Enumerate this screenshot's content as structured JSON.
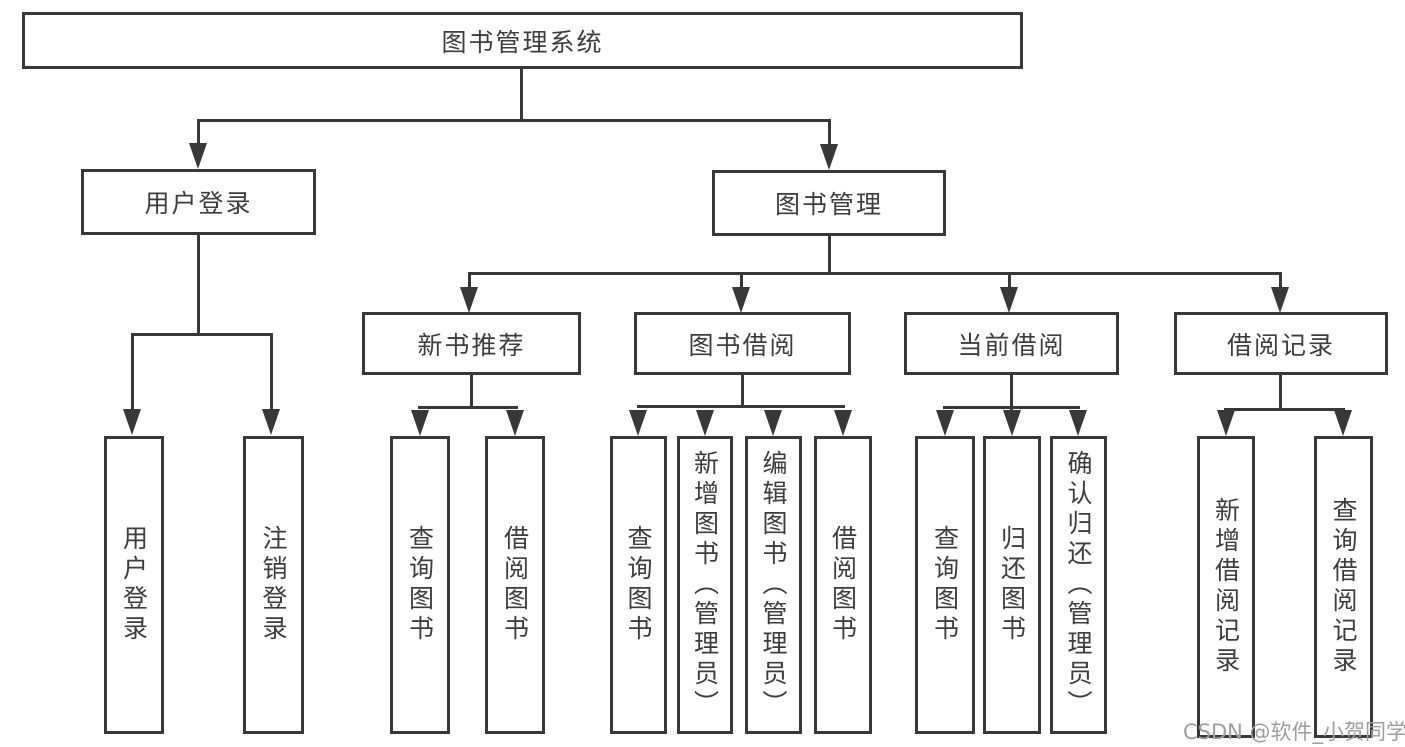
{
  "diagram_title": "图书管理系统",
  "nodes": {
    "root": "图书管理系统",
    "user_login": "用户登录",
    "book_mgmt": "图书管理",
    "new_books": "新书推荐",
    "book_borrow": "图书借阅",
    "current_borrow": "当前借阅",
    "borrow_records": "借阅记录",
    "user_login_child_login": "用户登录",
    "user_login_child_logout": "注销登录",
    "new_books_child_query": "查询图书",
    "new_books_child_borrow": "借阅图书",
    "book_borrow_child_query": "查询图书",
    "book_borrow_child_add": "新增图书（管理员）",
    "book_borrow_child_edit": "编辑图书（管理员）",
    "book_borrow_child_borrow": "借阅图书",
    "current_child_query": "查询图书",
    "current_child_return": "归还图书",
    "current_child_confirm": "确认归还（管理员）",
    "records_child_add": "新增借阅记录",
    "records_child_query": "查询借阅记录"
  },
  "hierarchy": {
    "图书管理系统": {
      "用户登录": [
        "用户登录",
        "注销登录"
      ],
      "图书管理": {
        "新书推荐": [
          "查询图书",
          "借阅图书"
        ],
        "图书借阅": [
          "查询图书",
          "新增图书（管理员）",
          "编辑图书（管理员）",
          "借阅图书"
        ],
        "当前借阅": [
          "查询图书",
          "归还图书",
          "确认归还（管理员）"
        ],
        "借阅记录": [
          "新增借阅记录",
          "查询借阅记录"
        ]
      }
    }
  },
  "watermark": "CSDN @软件_小贺同学",
  "colors": {
    "line": "#383838",
    "text": "#3d3d3d",
    "watermark": "#9e9e9e",
    "background": "#ffffff"
  }
}
